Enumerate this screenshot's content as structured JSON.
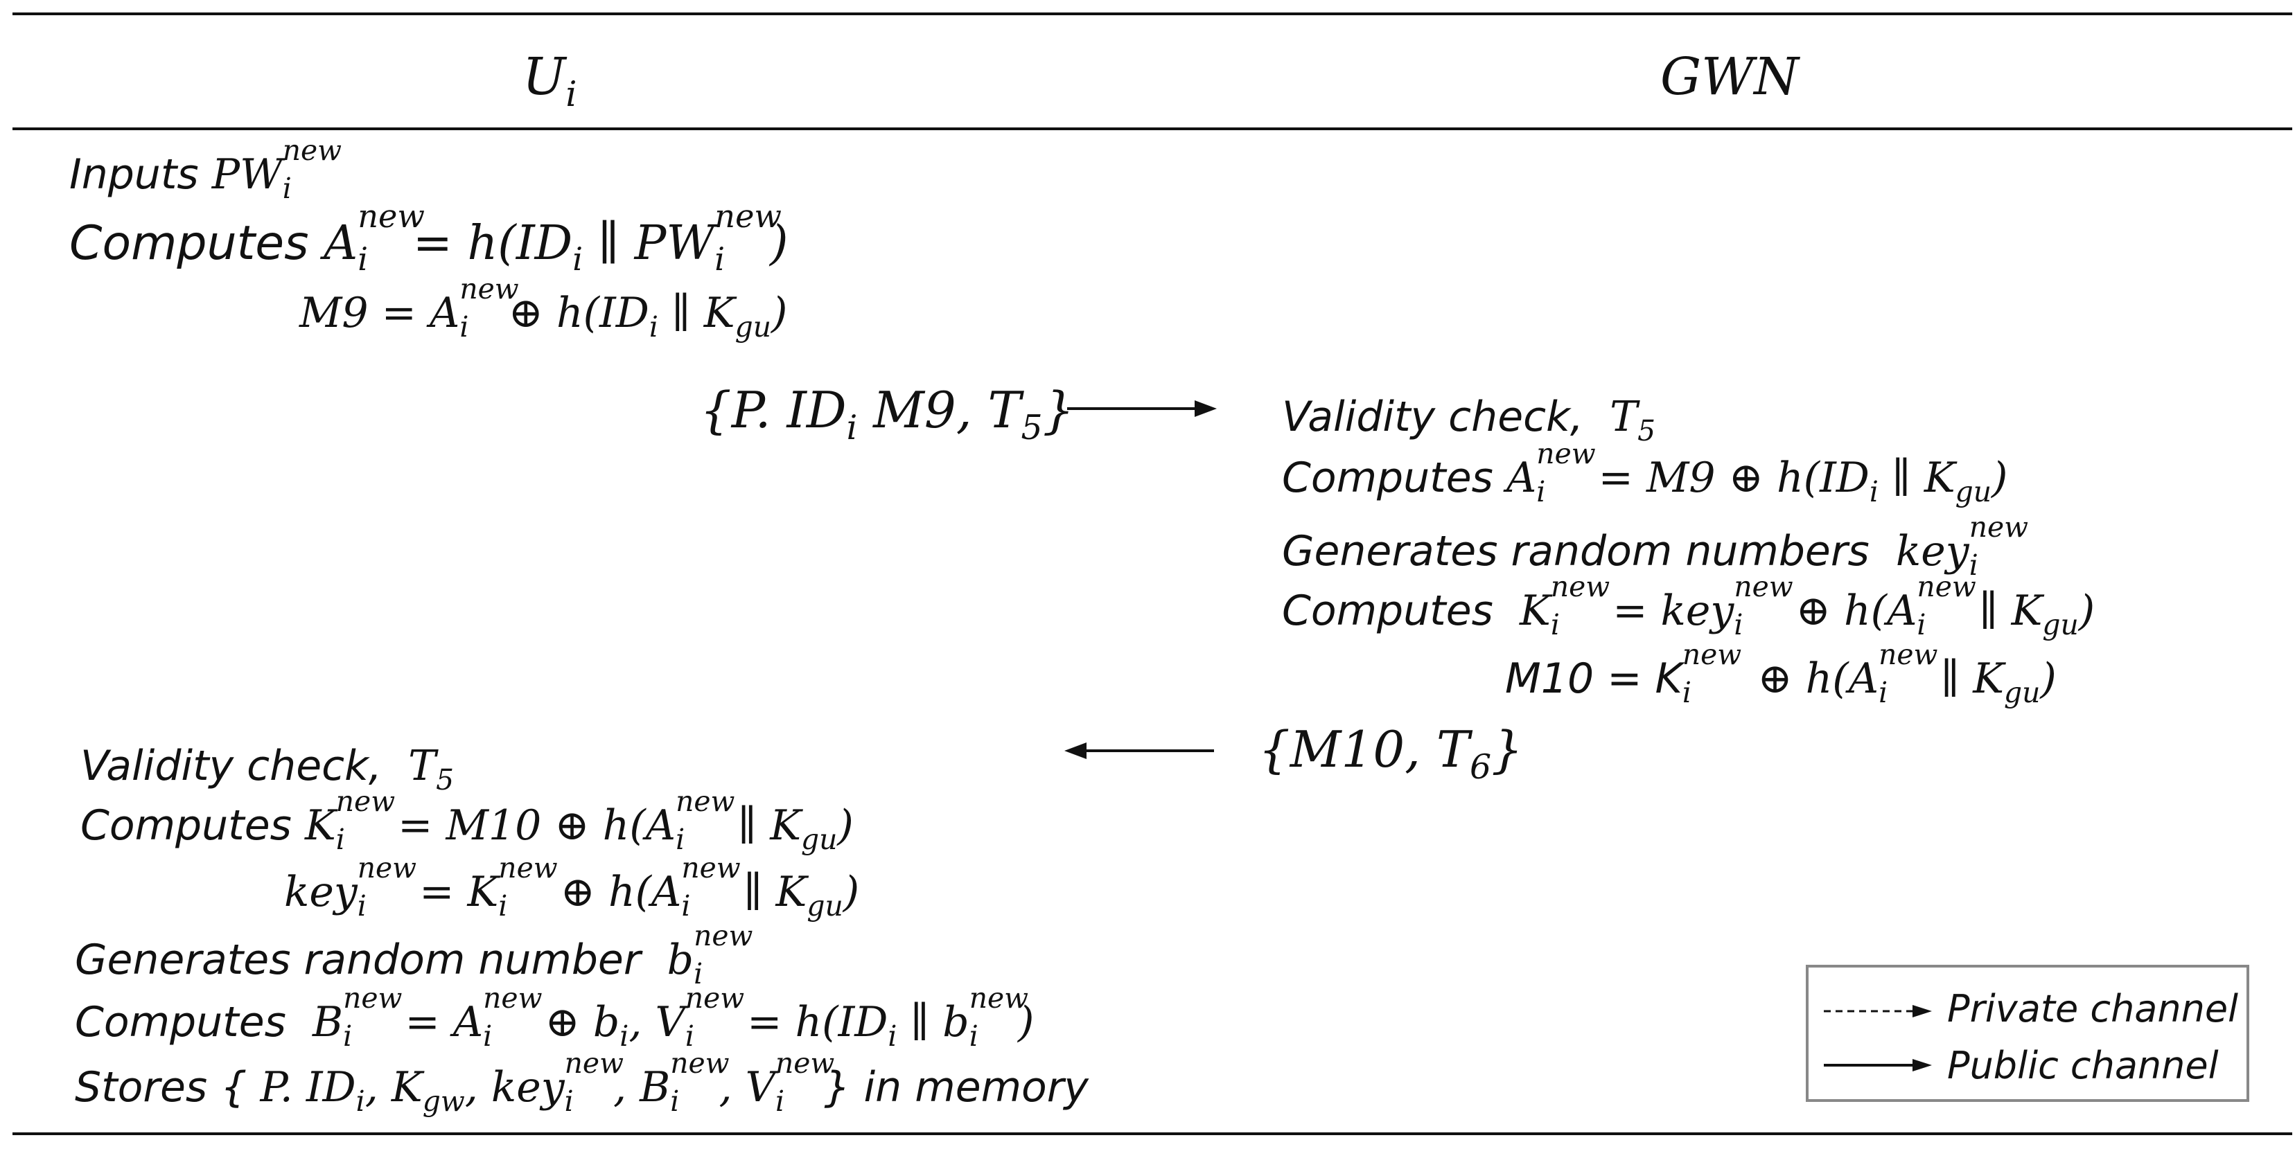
{
  "header": {
    "left": "U",
    "left_sub": "i",
    "right": "GWN"
  },
  "user_phase1": {
    "l1": {
      "label": "Inputs",
      "base": "PW",
      "sup": "new",
      "sub": "i"
    },
    "l2": {
      "label": "Computes",
      "lhs_base": "A",
      "sup": "new",
      "sub": "i",
      "rhs": "= h(ID",
      "rhs_sub": "i",
      "rhs2": " ∥ PW",
      "rhs_sup": "new",
      "rhs_sub2": "i",
      "rhs3": ")"
    },
    "l3": {
      "lhs": "M9 = A",
      "sup": "new",
      "sub": "i",
      "rhs": " ⊕ h(ID",
      "rhs_sub": "i",
      "rhs2": " ∥ K",
      "rhs_sub2": "gu",
      "rhs3": ")"
    }
  },
  "msg1": {
    "text": "{P. ID",
    "sub": "i",
    "text2": " M9,  T",
    "sub2": "5",
    "text3": "}"
  },
  "gwn": {
    "l1": {
      "label": "Validity check,",
      "t": "T",
      "t_sub": "5"
    },
    "l2": {
      "label": "Computes",
      "base": "A",
      "sup": "new",
      "sub": "i",
      "rhs": " = M9  ⊕ h(ID",
      "rhs_sub": "i",
      "rhs2": " ∥ K",
      "rhs_sub2": "gu",
      "rhs3": ")"
    },
    "l3": {
      "label": "Generates random numbers",
      "base": "key",
      "sup": "new",
      "sub": "i"
    },
    "l4": {
      "label": "Computes",
      "base": "K",
      "sup": "new",
      "sub": "i",
      "rhs": " = key",
      "rhs_sup": "new",
      "rhs_sub": "i",
      "rhs2": " ⊕ h(A",
      "rhs_sup2": "new",
      "rhs_sub2": "i",
      "rhs3": " ∥ K",
      "rhs_sub3": "gu",
      "rhs4": ")"
    },
    "l5": {
      "label": "M10 = K",
      "sup": "new",
      "sub": "i",
      "rhs": " ⊕ h(A",
      "rhs_sup": "new",
      "rhs_sub": "i",
      "rhs2": " ∥ K",
      "rhs_sub2": "gu",
      "rhs3": ")"
    }
  },
  "msg2": {
    "text": "{M10,  T",
    "sub": "6",
    "text2": "}"
  },
  "user_phase2": {
    "l1": {
      "label": "Validity check,",
      "t": "T",
      "t_sub": "5"
    },
    "l2": {
      "label": "Computes",
      "base": "K",
      "sup": "new",
      "sub": "i",
      "rhs": " = M10 ⊕ h(A",
      "rhs_sup": "new",
      "rhs_sub": "i",
      "rhs2": " ∥ K",
      "rhs_sub2": "gu",
      "rhs3": ")"
    },
    "l3": {
      "base": "key",
      "sup": "new",
      "sub": "i",
      "rhs": " =  K",
      "rhs_sup": "new",
      "rhs_sub": "i",
      "rhs2": " ⊕ h(A",
      "rhs_sup2": "new",
      "rhs_sub2": "i",
      "rhs3": " ∥ K",
      "rhs_sub3": "gu",
      "rhs4": ")"
    },
    "l4": {
      "label": "Generates random number",
      "base": "b",
      "sup": "new",
      "sub": "i"
    },
    "l5": {
      "label": "Computes",
      "base": "B",
      "sup": "new",
      "sub": "i",
      "rhs": " = A",
      "rhs_sup": "new",
      "rhs_sub": "i",
      "rhs2": " ⊕ b",
      "rhs_sub2": "i",
      "rhs3": ",  V",
      "rhs_sup3": "new",
      "rhs_sub3": "i",
      "rhs4": " = h(ID",
      "rhs_sub4": "i",
      "rhs5": " ∥ b",
      "rhs_sup5": "new",
      "rhs_sub5": "i",
      "rhs6": ")"
    },
    "l6": {
      "label": "Stores {",
      "p": " P. ID",
      "p_sub": "i",
      "k": ", K",
      "k_sub": "gw",
      "key": ", key",
      "key_sup": "new",
      "key_sub": "i",
      "b": ", B",
      "b_sup": "new",
      "b_sub": "i",
      "v": ", V",
      "v_sup": "new",
      "v_sub": "i",
      "end": "} in memory"
    }
  },
  "legend": {
    "private": "Private channel",
    "public": "Public channel"
  }
}
